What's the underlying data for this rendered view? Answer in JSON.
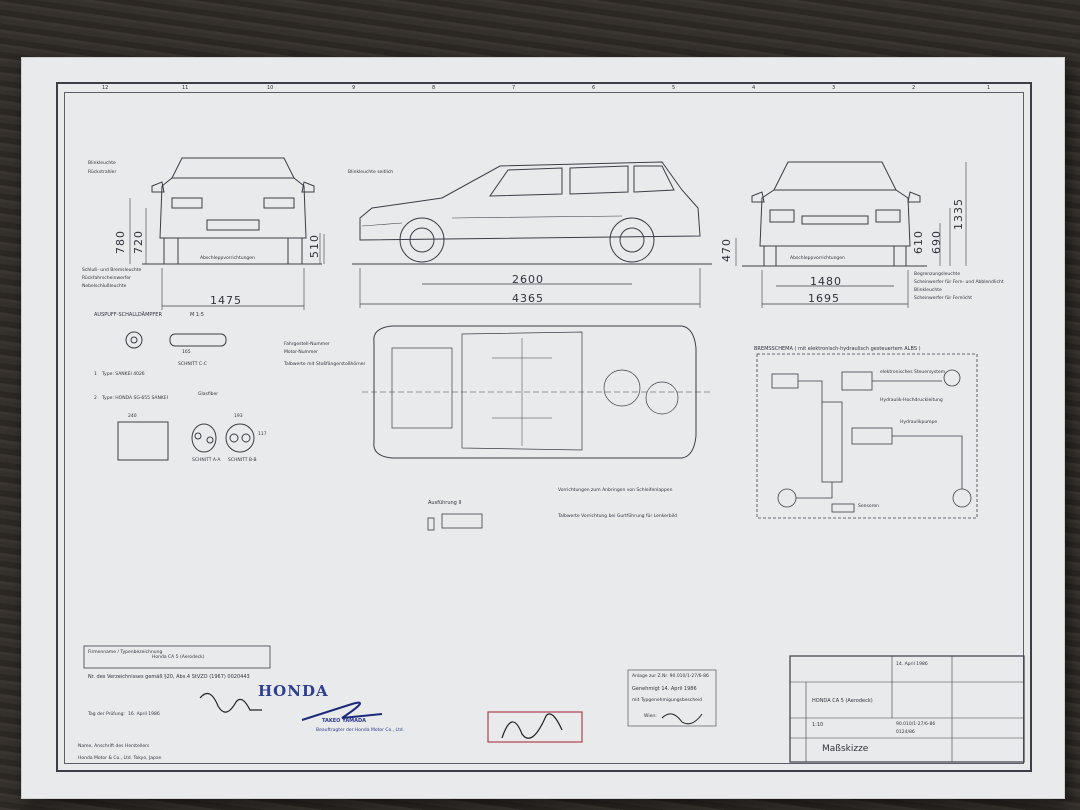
{
  "sheet": {
    "top_scale": [
      "12",
      "11",
      "10",
      "9",
      "8",
      "7",
      "6",
      "5",
      "4",
      "3",
      "2",
      "1"
    ],
    "front_view": {
      "labels": [
        "Blinkleuchte",
        "Rückstrahler",
        "Schluß- und Bremsleuchte",
        "Rückfahrscheinwerfer",
        "Nebelschlußleuchte"
      ],
      "caption": "Abschleppvorrichtungen",
      "dim_height_1": "780",
      "dim_height_2": "720",
      "dim_width": "1475"
    },
    "side_view": {
      "label_top": "Blinkleuchte seitlich",
      "dim_height": "510",
      "dim_wheelbase": "2600",
      "dim_length": "4365"
    },
    "rear_view": {
      "labels": [
        "Begrenzungsleuchte",
        "Scheinwerfer für Fern- und Abblendlicht",
        "Blinkleuchte",
        "Scheinwerfer für Fernlicht"
      ],
      "caption": "Abschleppvorrichtungen",
      "dim_470": "470",
      "dim_610": "610",
      "dim_690": "690",
      "dim_1335": "1335",
      "dim_track": "1480",
      "dim_width": "1695"
    },
    "exhaust": {
      "title": "AUSPUFF-SCHALLDÄMPFER",
      "code": "M 1:5",
      "type1": "Type: SANKEI 4026",
      "type2": "Type: HONDA SG-655 SANKEI",
      "schnitt_cc": "SCHNITT C-C",
      "schnitt_aa": "SCHNITT A-A",
      "schnitt_bb": "SCHNITT B-B",
      "glasfiber": "Glasfiber",
      "num1": "1",
      "num2": "2",
      "dim_165": "165",
      "dim_240": "240",
      "dim_193": "193",
      "dim_117": "117"
    },
    "plan_view": {
      "labels": [
        "Fahrgestell-Nummer",
        "Motor-Nummer",
        "Talbwerte mit Stoßfängerstoßhörner"
      ],
      "note1": "Vorrichtungen zum Anbringen von Schleifenlappen",
      "note2": "Talbwerte Vorrichtung bei Gurtführung für Lenkerbild",
      "ausfuehrung": "Ausführung II"
    },
    "brake_scheme": {
      "title": "BREMSSCHEMA ( mit elektronisch-hydraulisch gesteuertem ALBS )",
      "labels": [
        "elektronisches Steuersystem",
        "Hydraulik-Hochdruckleitung",
        "Hydraulikpumpe",
        "Sensoren"
      ]
    },
    "title_block": {
      "form_label": "Firmenname / Typenbezeichnung",
      "form_value": "Honda CA 5 (Aerodeck)",
      "registry_line": "Nr. des Verzeichnisses gemäß §20, Abs.4 StVZO (1967) 0020443",
      "honda_logo": "HONDA",
      "signer_name": "TAKEO YAMADA",
      "signer_sub": "Beauftragter der Honda Motor Co., Ltd.",
      "date_label": "Tag der Prüfung:",
      "date_value": "16. April 1986",
      "manufacturer_label": "Name, Anschrift des Herstellers",
      "manufacturer_value": "Honda Motor & Co., Ltd. Tokyo, Japan",
      "approval_line1": "Anlage zur Z.Nr.    90.010/1-27/6-86",
      "approval_line2": "Genehmigt 14. April 1986",
      "approval_line3": "mit Typgenehmigungsbescheid",
      "approval_line4": "Wien:",
      "drawing_date": "14. April 1986",
      "model": "HONDA CA 5 (Aerodeck)",
      "ref_number": "90.010/1-27/6-86",
      "scale": "1:10",
      "drawing_no": "0124/86",
      "drawing_title": "Maßskizze"
    }
  }
}
